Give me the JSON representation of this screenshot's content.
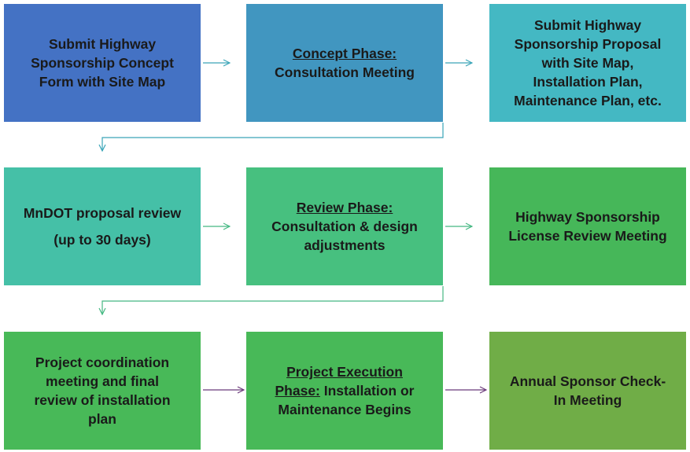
{
  "boxes": {
    "b1": {
      "line1": "Submit Highway",
      "line2": "Sponsorship Concept",
      "line3": "Form with Site Map"
    },
    "b2": {
      "title": "Concept Phase:",
      "line1": "Consultation Meeting"
    },
    "b3": {
      "line1": "Submit Highway",
      "line2": "Sponsorship Proposal",
      "line3": "with Site Map,",
      "line4": "Installation Plan,",
      "line5": "Maintenance Plan, etc."
    },
    "b4": {
      "line1": "MnDOT proposal review",
      "line2": "(up to 30 days)"
    },
    "b5": {
      "title": "Review Phase:",
      "line1": "Consultation & design",
      "line2": "adjustments"
    },
    "b6": {
      "line1": "Highway Sponsorship",
      "line2": "License Review Meeting"
    },
    "b7": {
      "line1": "Project coordination",
      "line2": "meeting and final",
      "line3": "review of installation",
      "line4": "plan"
    },
    "b8": {
      "title": "Project Execution",
      "title2": "Phase:",
      "line1": " Installation or",
      "line2": "Maintenance Begins"
    },
    "b9": {
      "line1": "Annual Sponsor Check-",
      "line2": "In Meeting"
    }
  },
  "colors": {
    "box1": "#4472c4",
    "box2": "#4196c0",
    "box3": "#44b8c3",
    "box4": "#45c0a7",
    "box5": "#47c07f",
    "box6": "#46b759",
    "box7": "#48b958",
    "box8": "#48b958",
    "box9": "#70ad47",
    "connector_teal": "#3aa5b8",
    "connector_green": "#45b882",
    "connector_purple": "#6b3a7a"
  }
}
